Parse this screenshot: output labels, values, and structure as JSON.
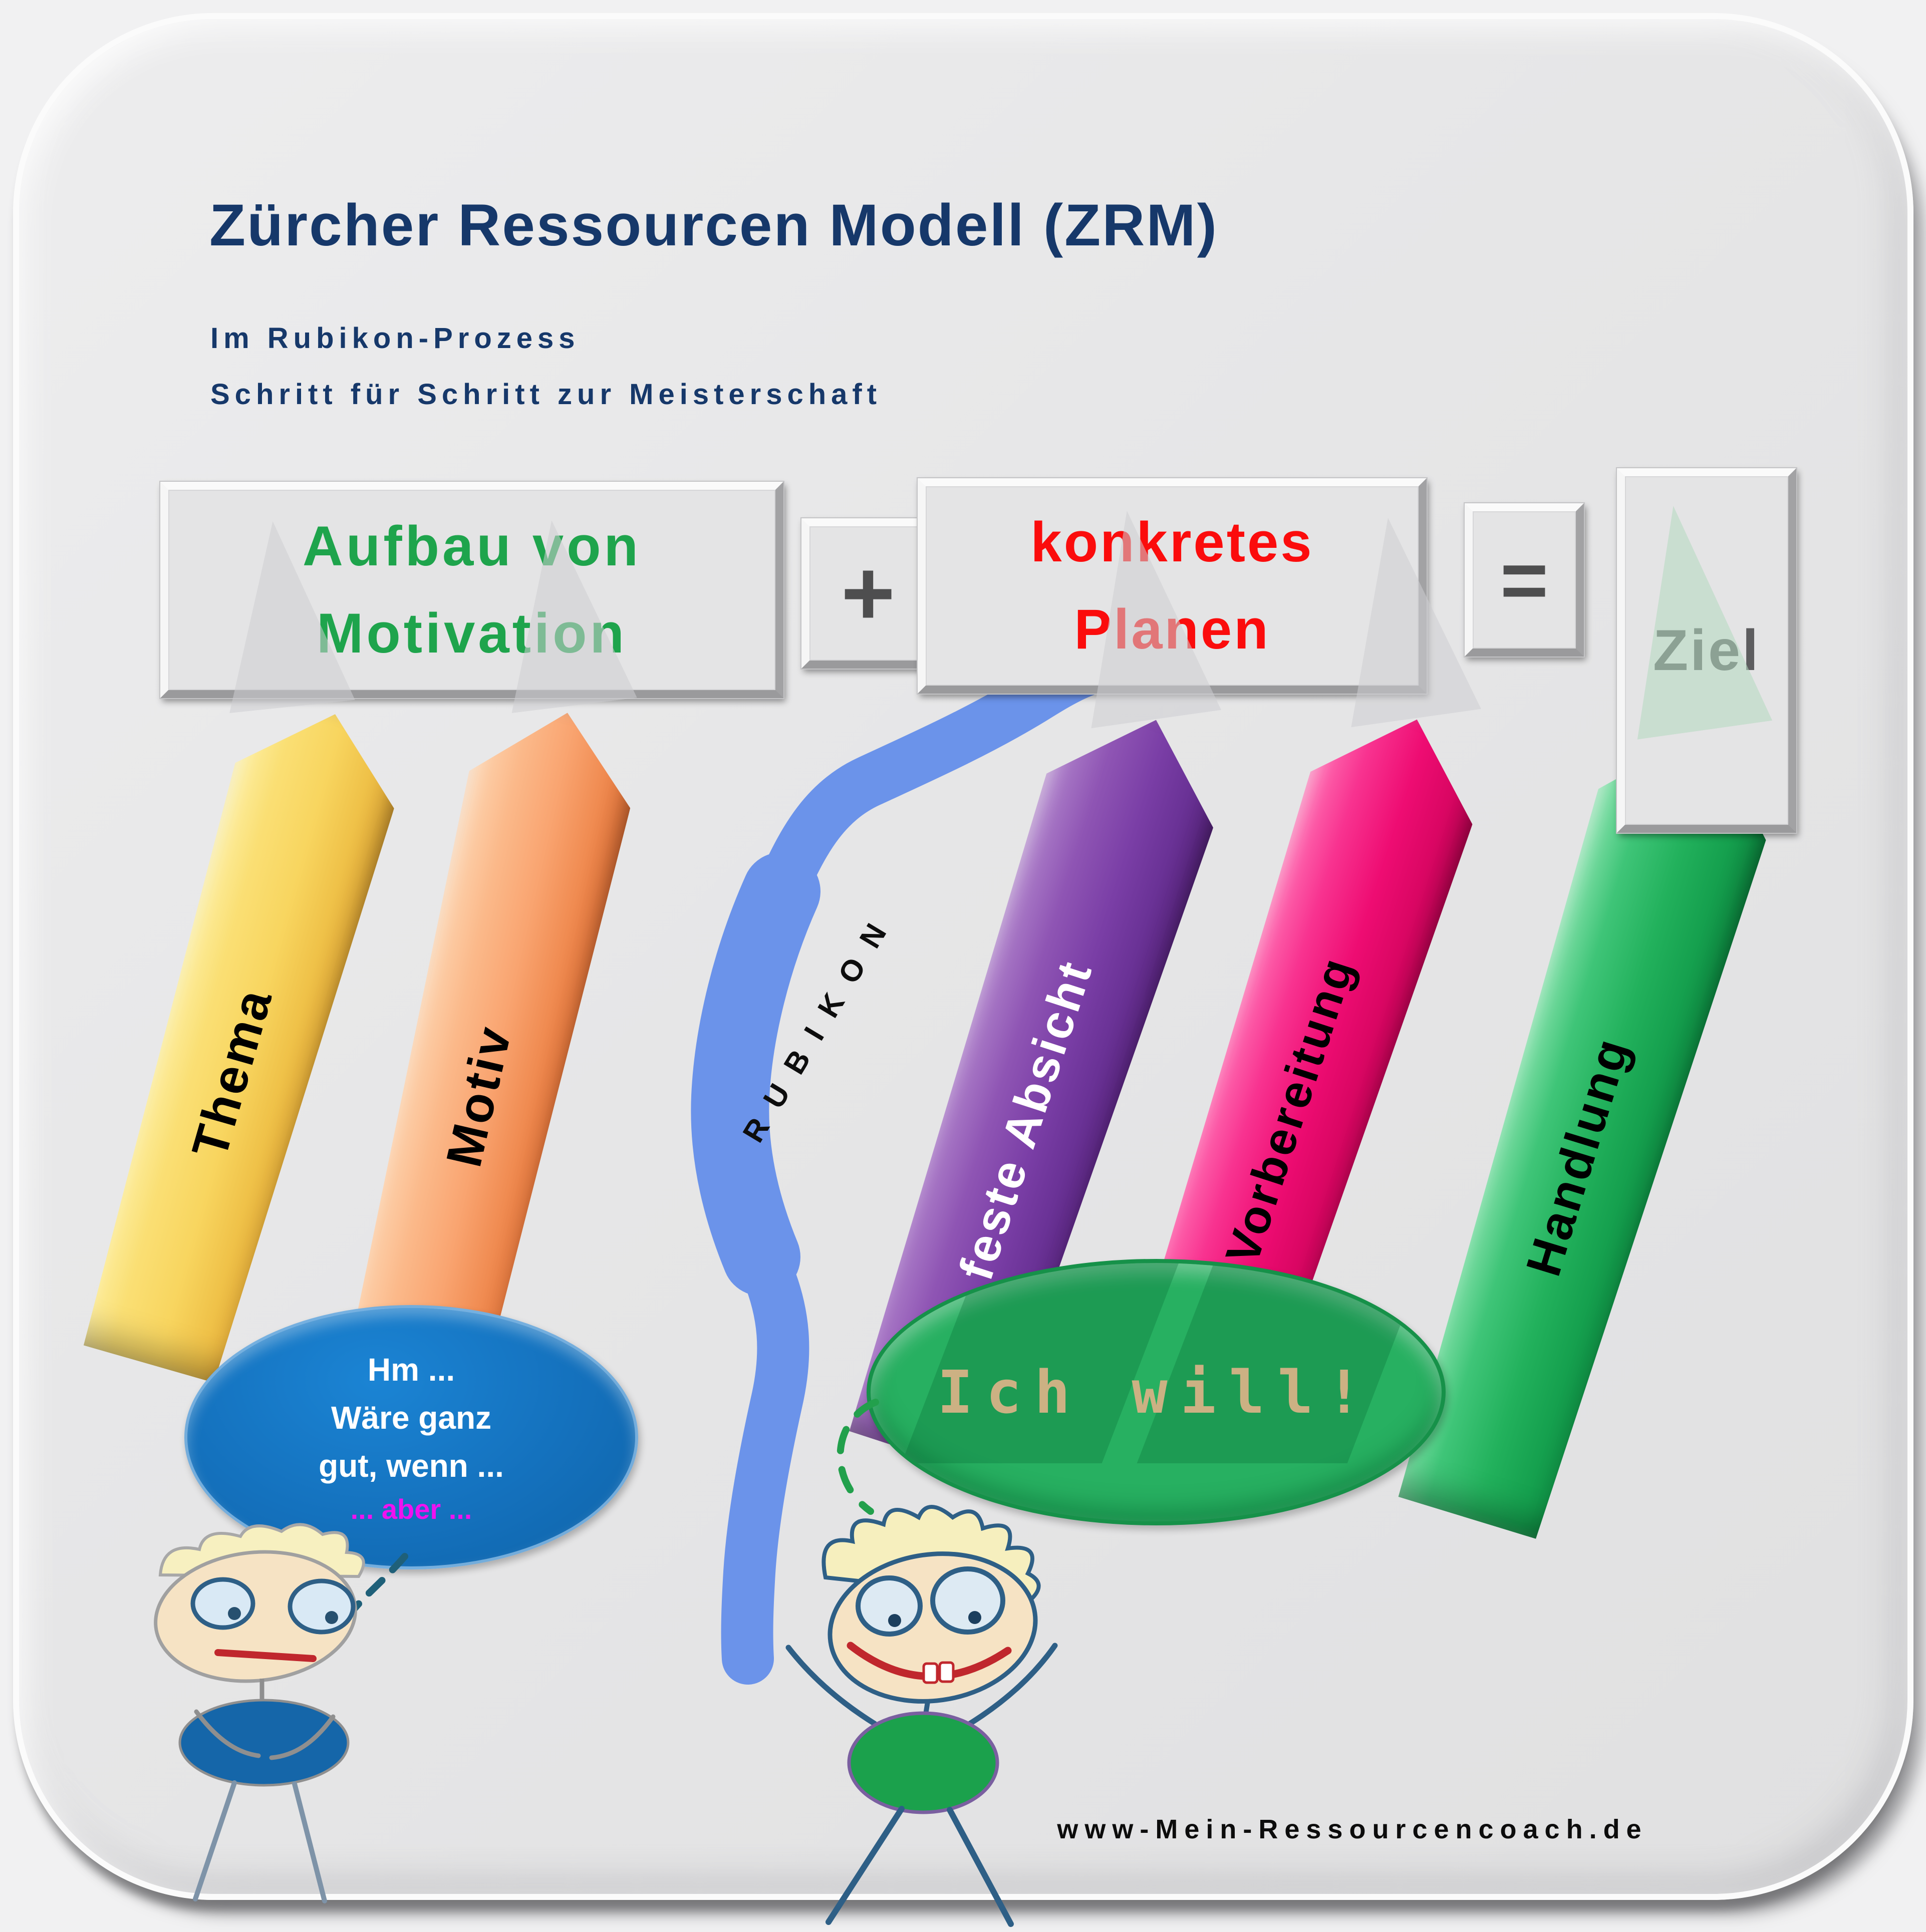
{
  "header": {
    "title": "Zürcher Ressourcen Modell (ZRM)",
    "subtitle1": "Im Rubikon-Prozess",
    "subtitle2": "Schritt für Schritt zur Meisterschaft",
    "title_color": "#16386a"
  },
  "formula": {
    "motivation_line1": "Aufbau von",
    "motivation_line2": "Motivation",
    "motivation_color": "#1ea44c",
    "plus": "+",
    "planning_line1": "konkretes",
    "planning_line2": "Planen",
    "planning_color": "#fb0c0c",
    "equals": "=",
    "goal": "Ziel",
    "goal_color": "#5d5d5f",
    "operator_color": "#4e4e4f"
  },
  "bars": [
    {
      "label": "Thema",
      "color": "#f8d55f",
      "text_color": "#000000"
    },
    {
      "label": "Motiv",
      "color": "#f9a470",
      "text_color": "#000000"
    },
    {
      "label": "feste Absicht",
      "color": "#7a3ea6",
      "text_color": "#ffffff"
    },
    {
      "label": "Vorbereitung",
      "color": "#ee0c72",
      "text_color": "#000000"
    },
    {
      "label": "Handlung",
      "color": "#22b15c",
      "text_color": "#000000"
    }
  ],
  "river": {
    "label": "RUBIKON",
    "color": "#6b93ea"
  },
  "bubble": {
    "line1": "Hm ...",
    "line2": "Wäre ganz",
    "line3": "gut, wenn ...",
    "line4": "... aber ...",
    "bg": "#1471bd",
    "text_color": "#ffffff",
    "accent_color": "#f011f0"
  },
  "will": {
    "label": "Ich will!",
    "bg": "#27b061",
    "text_color": "#ccb183"
  },
  "footer": {
    "url": "www-Mein-Ressourcencoach.de"
  }
}
